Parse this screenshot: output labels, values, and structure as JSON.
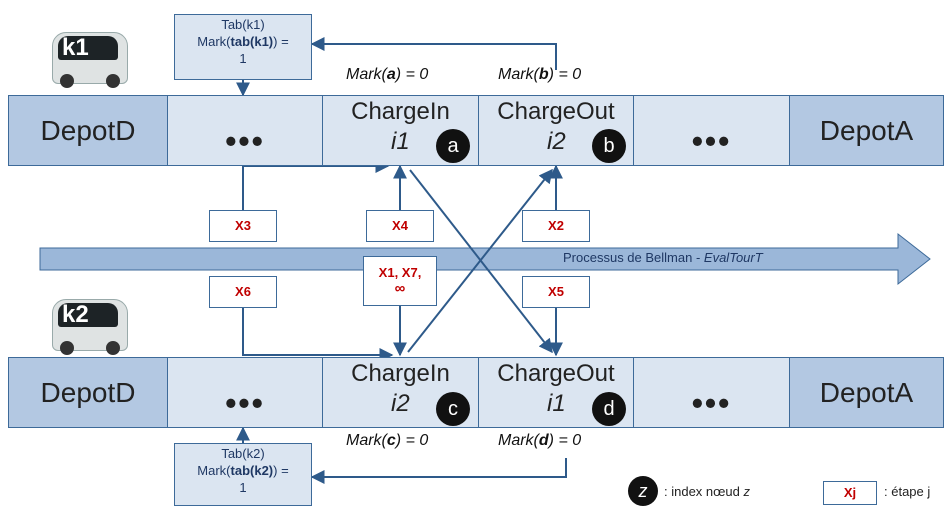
{
  "vehicles": {
    "k1": "k1",
    "k2": "k2"
  },
  "top_row": {
    "depot_d": "DepotD",
    "dots_left": "•••",
    "charge_in_title": "ChargeIn",
    "charge_in_index": "i1",
    "node_a": "a",
    "charge_out_title": "ChargeOut",
    "charge_out_index": "i2",
    "node_b": "b",
    "dots_right": "•••",
    "depot_a": "DepotA"
  },
  "bottom_row": {
    "depot_d": "DepotD",
    "dots_left": "•••",
    "charge_in_title": "ChargeIn",
    "charge_in_index": "i2",
    "node_c": "c",
    "charge_out_title": "ChargeOut",
    "charge_out_index": "i1",
    "node_d": "d",
    "dots_right": "•••",
    "depot_a": "DepotA"
  },
  "tab_k1": {
    "line1": "Tab(k1)",
    "line2_pre": "Mark(",
    "line2_bold": "tab(k1)",
    "line2_post": ") =",
    "line3": "1"
  },
  "tab_k2": {
    "line1": "Tab(k2)",
    "line2_pre": "Mark(",
    "line2_bold": "tab(k2)",
    "line2_post": ") =",
    "line3": "1"
  },
  "marks": {
    "a_pre": "Mark(",
    "a_node": "a",
    "a_post": ") = 0",
    "b_pre": "Mark(",
    "b_node": "b",
    "b_post": ") = 0",
    "c_pre": "Mark(",
    "c_node": "c",
    "c_post": ") = 0",
    "d_pre": "Mark(",
    "d_node": "d",
    "d_post": ") = 0"
  },
  "steps": {
    "x3": "X3",
    "x4": "X4",
    "x2": "X2",
    "x6": "X6",
    "x5": "X5",
    "x1_line1": "X1, X7,",
    "x1_line2": "∞"
  },
  "process_label": {
    "text": "Processus de Bellman - ",
    "italic": "EvalTourT"
  },
  "legend": {
    "node_symbol": "z",
    "node_text_pre": ": index nœud ",
    "node_text_italic": "z",
    "step_symbol": "Xj",
    "step_text": ": étape j"
  },
  "colors": {
    "line": "#2e5a8a",
    "depot_fill": "#b3c8e2",
    "mid_fill": "#dbe5f1",
    "step_text": "#c00000"
  }
}
